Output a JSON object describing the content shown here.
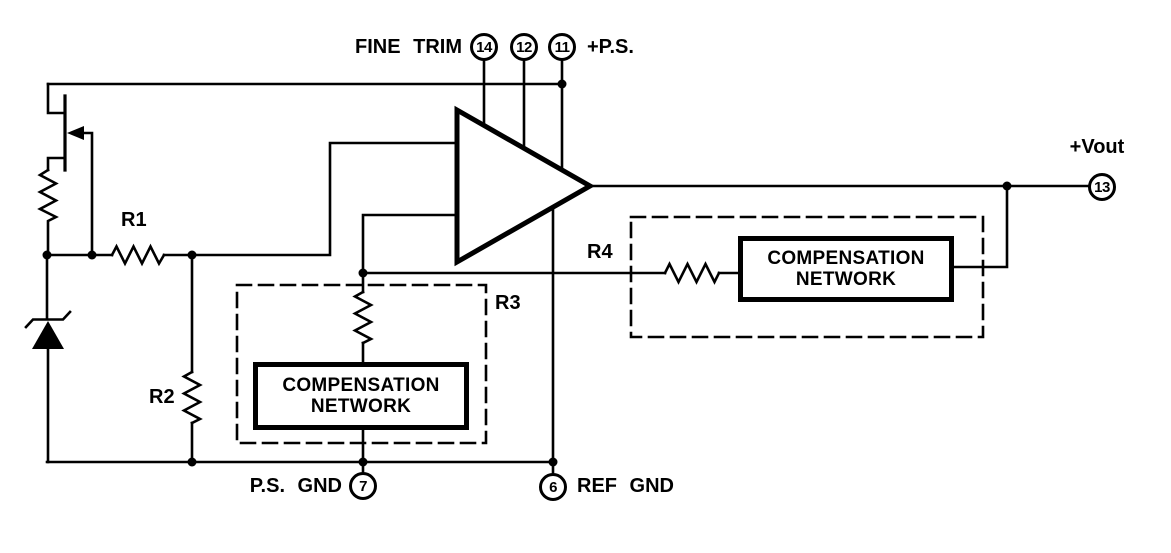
{
  "figure": {
    "labels": {
      "fine_trim": "FINE TRIM",
      "plus_ps": "+P.S.",
      "plus_vout": "+Vout",
      "ps_gnd": "P.S. GND",
      "ref_gnd": "REF GND"
    },
    "resistors": {
      "r1": "R1",
      "r2": "R2",
      "r3": "R3",
      "r4": "R4"
    },
    "pins": {
      "fine_trim_1": "14",
      "fine_trim_2": "12",
      "plus_ps": "11",
      "vout": "13",
      "ps_gnd": "7",
      "ref_gnd": "6"
    },
    "comp_network_left": {
      "line1": "COMPENSATION",
      "line2": "NETWORK"
    },
    "comp_network_right": {
      "line1": "COMPENSATION",
      "line2": "NETWORK"
    },
    "colors": {
      "ink": "#000000",
      "background": "#ffffff"
    }
  }
}
